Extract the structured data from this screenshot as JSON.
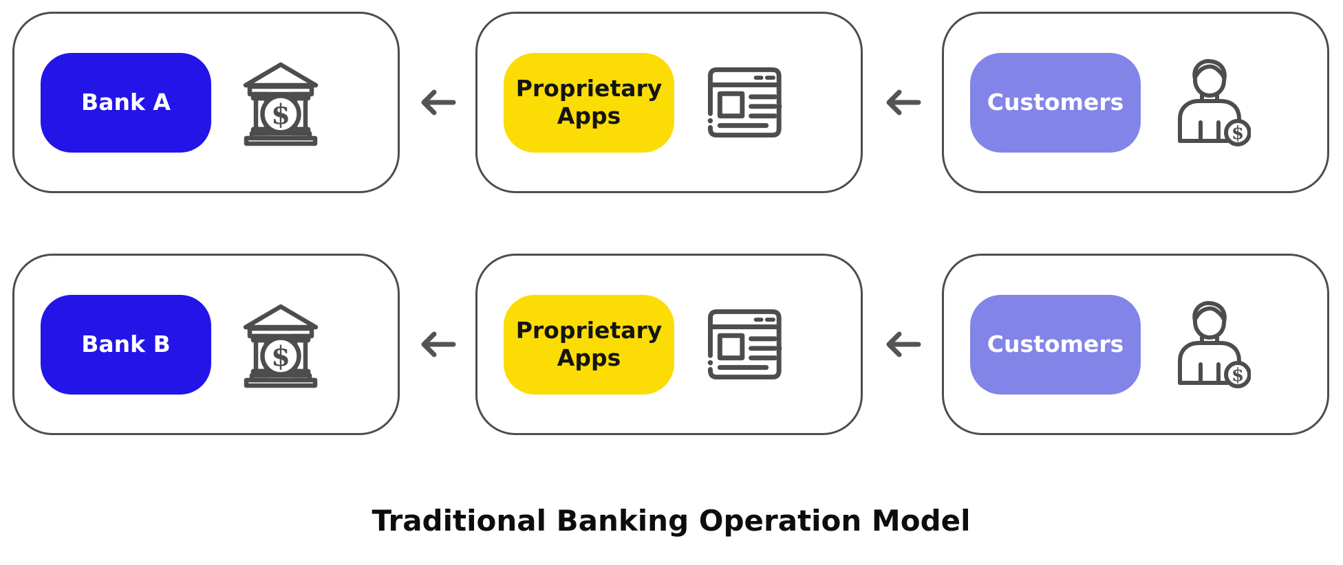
{
  "title": "Traditional Banking Operation Model",
  "colors": {
    "outline": "#4d4d4d",
    "arrow": "#545454",
    "bank_pill": "#2315e8",
    "apps_pill": "#fcdc05",
    "customers_pill": "#8384e8",
    "title_color": "#0d0d0d"
  },
  "rows": [
    {
      "cards": [
        {
          "type": "bank",
          "label": "Bank A",
          "icon": "bank-icon"
        },
        {
          "type": "apps",
          "label": "Proprietary Apps",
          "icon": "web-app-window-icon"
        },
        {
          "type": "customers",
          "label": "Customers",
          "icon": "customer-with-dollar-icon"
        }
      ],
      "connectors": [
        {
          "direction": "left"
        },
        {
          "direction": "left"
        }
      ]
    },
    {
      "cards": [
        {
          "type": "bank",
          "label": "Bank B",
          "icon": "bank-icon"
        },
        {
          "type": "apps",
          "label": "Proprietary Apps",
          "icon": "web-app-window-icon"
        },
        {
          "type": "customers",
          "label": "Customers",
          "icon": "customer-with-dollar-icon"
        }
      ],
      "connectors": [
        {
          "direction": "left"
        },
        {
          "direction": "left"
        }
      ]
    }
  ],
  "glyphs": {
    "dollar": "$"
  }
}
